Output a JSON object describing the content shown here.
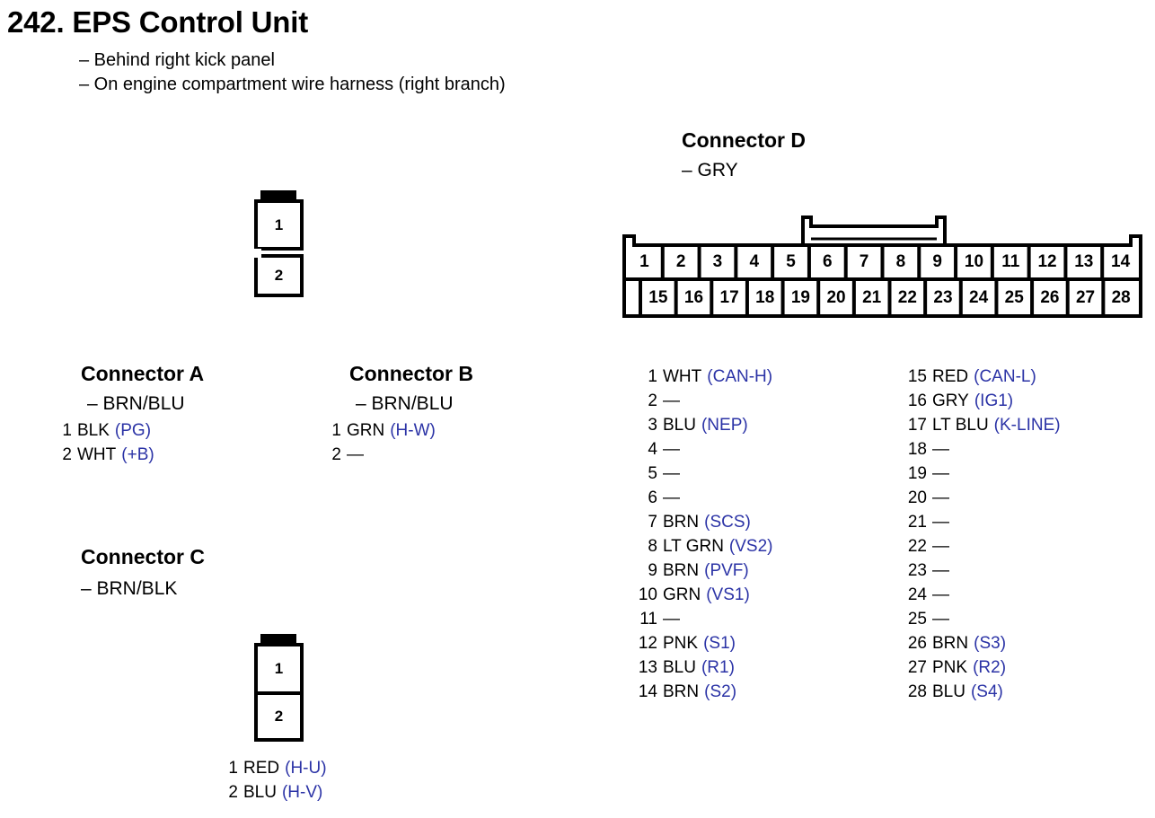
{
  "header": {
    "title": "242. EPS Control Unit",
    "locations": [
      "– Behind right kick panel",
      "– On engine compartment wire harness (right branch)"
    ]
  },
  "connectors": {
    "a": {
      "title": "Connector A",
      "color": "– BRN/BLU",
      "shape_pins": [
        "1",
        "2"
      ],
      "pins": [
        {
          "num": "1",
          "wire": "BLK",
          "signal": "(PG)"
        },
        {
          "num": "2",
          "wire": "WHT",
          "signal": "(+B)"
        }
      ]
    },
    "b": {
      "title": "Connector B",
      "color": "– BRN/BLU",
      "pins": [
        {
          "num": "1",
          "wire": "GRN",
          "signal": "(H-W)"
        },
        {
          "num": "2",
          "wire": "—",
          "signal": ""
        }
      ]
    },
    "c": {
      "title": "Connector C",
      "color": "– BRN/BLK",
      "shape_pins": [
        "1",
        "2"
      ],
      "pins": [
        {
          "num": "1",
          "wire": "RED",
          "signal": "(H-U)"
        },
        {
          "num": "2",
          "wire": "BLU",
          "signal": "(H-V)"
        }
      ]
    },
    "d": {
      "title": "Connector D",
      "color": "– GRY",
      "top_row": [
        "1",
        "2",
        "3",
        "4",
        "5",
        "6",
        "7",
        "8",
        "9",
        "10",
        "11",
        "12",
        "13",
        "14"
      ],
      "bottom_row": [
        "15",
        "16",
        "17",
        "18",
        "19",
        "20",
        "21",
        "22",
        "23",
        "24",
        "25",
        "26",
        "27",
        "28"
      ],
      "pins_left": [
        {
          "num": "1",
          "wire": "WHT",
          "signal": "(CAN-H)"
        },
        {
          "num": "2",
          "wire": "—",
          "signal": ""
        },
        {
          "num": "3",
          "wire": "BLU",
          "signal": "(NEP)"
        },
        {
          "num": "4",
          "wire": "—",
          "signal": ""
        },
        {
          "num": "5",
          "wire": "—",
          "signal": ""
        },
        {
          "num": "6",
          "wire": "—",
          "signal": ""
        },
        {
          "num": "7",
          "wire": "BRN",
          "signal": "(SCS)"
        },
        {
          "num": "8",
          "wire": "LT GRN",
          "signal": "(VS2)"
        },
        {
          "num": "9",
          "wire": "BRN",
          "signal": "(PVF)"
        },
        {
          "num": "10",
          "wire": "GRN",
          "signal": "(VS1)"
        },
        {
          "num": "11",
          "wire": "—",
          "signal": ""
        },
        {
          "num": "12",
          "wire": "PNK",
          "signal": "(S1)"
        },
        {
          "num": "13",
          "wire": "BLU",
          "signal": "(R1)"
        },
        {
          "num": "14",
          "wire": "BRN",
          "signal": "(S2)"
        }
      ],
      "pins_right": [
        {
          "num": "15",
          "wire": "RED",
          "signal": "(CAN-L)"
        },
        {
          "num": "16",
          "wire": "GRY",
          "signal": "(IG1)"
        },
        {
          "num": "17",
          "wire": "LT BLU",
          "signal": "(K-LINE)"
        },
        {
          "num": "18",
          "wire": "—",
          "signal": ""
        },
        {
          "num": "19",
          "wire": "—",
          "signal": ""
        },
        {
          "num": "20",
          "wire": "—",
          "signal": ""
        },
        {
          "num": "21",
          "wire": "—",
          "signal": ""
        },
        {
          "num": "22",
          "wire": "—",
          "signal": ""
        },
        {
          "num": "23",
          "wire": "—",
          "signal": ""
        },
        {
          "num": "24",
          "wire": "—",
          "signal": ""
        },
        {
          "num": "25",
          "wire": "—",
          "signal": ""
        },
        {
          "num": "26",
          "wire": "BRN",
          "signal": "(S3)"
        },
        {
          "num": "27",
          "wire": "PNK",
          "signal": "(R2)"
        },
        {
          "num": "28",
          "wire": "BLU",
          "signal": "(S4)"
        }
      ]
    }
  },
  "colors": {
    "signal_text": "#2b33a6",
    "line": "#000000"
  }
}
